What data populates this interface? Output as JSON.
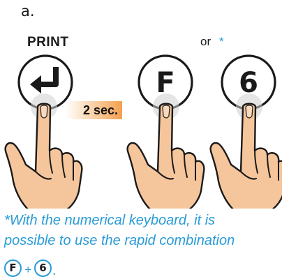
{
  "step_label": "a.",
  "print_label": "PRINT",
  "or_label": "or",
  "or_asterisk": "*",
  "hold_badge": "2 sec.",
  "keys": [
    {
      "name": "enter-key",
      "glyph": "enter-arrow-icon",
      "label": ""
    },
    {
      "name": "f-key",
      "glyph": "",
      "label": "F"
    },
    {
      "name": "6-key",
      "glyph": "",
      "label": "6"
    }
  ],
  "note": {
    "line1": "*With the numerical keyboard, it is",
    "line2": "possible to use the rapid combination",
    "key1": "F",
    "plus": "+",
    "key2": "6",
    "period": "."
  },
  "colors": {
    "accent_blue": "#2a9bd6",
    "skin": "#f5c59b",
    "outline": "#1a1a1a",
    "badge_orange": "#f4a050",
    "press_glow": "#cfcfcf"
  }
}
